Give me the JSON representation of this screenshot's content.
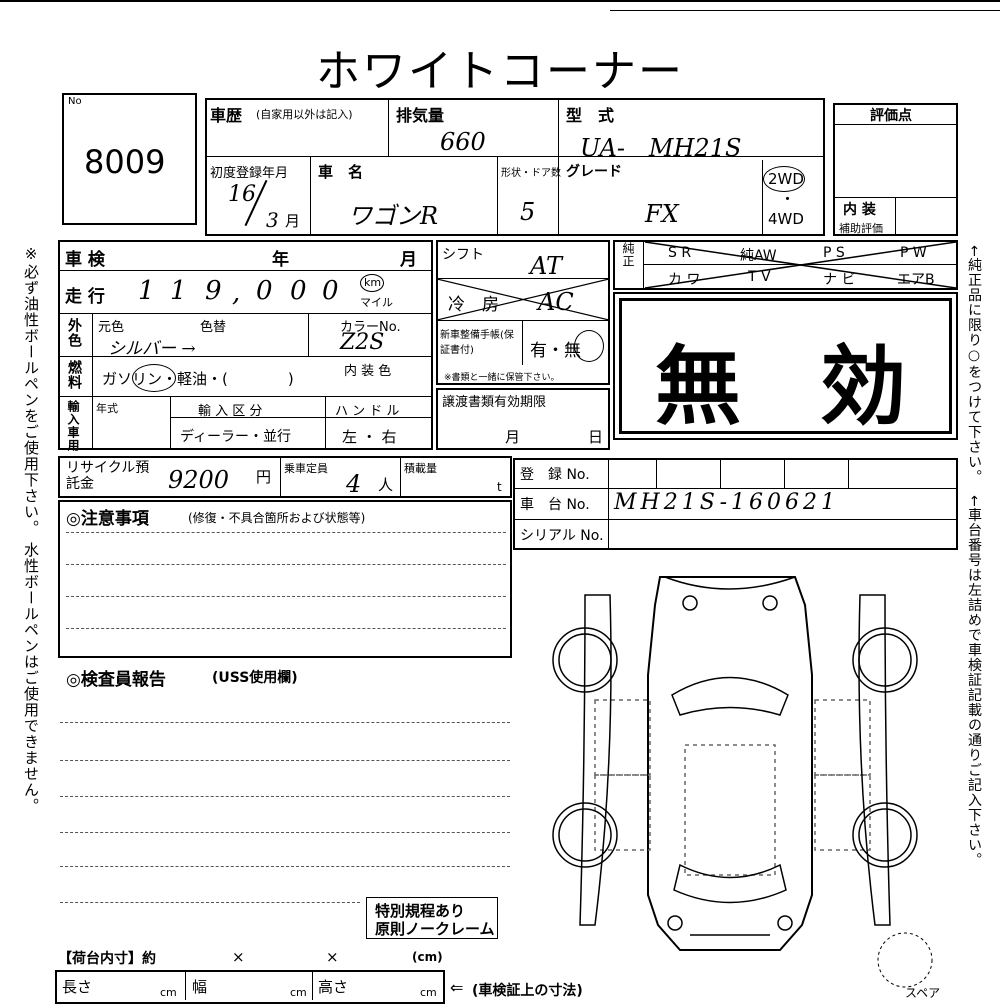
{
  "title": "ホワイトコーナー",
  "lot": {
    "no_label": "No",
    "number": "8009"
  },
  "history": {
    "label": "車歴",
    "note": "(自家用以外は記入)"
  },
  "displacement": {
    "label": "排気量",
    "value": "660"
  },
  "model": {
    "label": "型　式",
    "value": "UA-　MH21S"
  },
  "hyoka": {
    "label": "評価点",
    "interior_label": "内 装",
    "assist_label": "補助評価"
  },
  "first_reg": {
    "label": "初度登録年月",
    "year": "16",
    "month_value": "3",
    "month_unit": "月"
  },
  "car_name": {
    "label": "車　名",
    "value": "ワゴンR"
  },
  "doors": {
    "label": "形状・ドア数",
    "value": "5"
  },
  "grade": {
    "label": "グレード",
    "value": "FX"
  },
  "drive": {
    "two": "2WD",
    "dot": "・",
    "four": "4WD"
  },
  "shaken": {
    "label": "車 検",
    "year_unit": "年",
    "month_unit": "月"
  },
  "mileage": {
    "label": "走 行",
    "digits": [
      "1",
      "1",
      "9",
      "0",
      "0",
      "0"
    ],
    "comma": ",",
    "unit_km": "km",
    "unit_mile": "マイル"
  },
  "color": {
    "side_label": "外色",
    "label_orig": "元色",
    "label_change": "色替",
    "value": "シルバー →",
    "code_label": "カラーNo.",
    "code_value": "Z2S",
    "interior_label": "内 装 色"
  },
  "fuel": {
    "label": "燃料",
    "value": "ガソリン・軽油・(　　　　)"
  },
  "import": {
    "label": "輸入車用",
    "year_label": "年式",
    "class_label": "輸 入 区 分",
    "class_value": "ディーラー・並行",
    "handle_label": "ハ ン ド ル",
    "handle_value": "左 ・ 右"
  },
  "shift": {
    "label": "シフト",
    "value": "AT"
  },
  "aircon": {
    "label": "冷　房",
    "value": "AC"
  },
  "manual": {
    "label": "新車整備手帳(保証書付)",
    "value": "有・無",
    "note": "※書類と一緒に保管下さい。"
  },
  "transfer": {
    "label": "譲渡書類有効期限",
    "month_unit": "月",
    "day_unit": "日"
  },
  "options": {
    "side_label": "純正",
    "row1": [
      "S R",
      "純AW",
      "P S",
      "P W"
    ],
    "row2": [
      "カ ワ",
      "T V",
      "ナ ビ",
      "エアB"
    ]
  },
  "stamp": {
    "left": "無",
    "right": "効"
  },
  "recycle": {
    "label": "リサイクル預託金",
    "value": "9200",
    "unit": "円"
  },
  "capacity": {
    "label": "乗車定員",
    "value": "4",
    "unit": "人"
  },
  "load": {
    "label": "積載量",
    "unit": "t"
  },
  "registration": {
    "label": "登　録 No."
  },
  "chassis": {
    "label": "車　台 No.",
    "value": "MH21S-160621"
  },
  "serial": {
    "label": "シリアル No."
  },
  "notes": {
    "title": "◎注意事項",
    "sub": "(修復・不具合箇所および状態等)"
  },
  "inspector": {
    "title": "◎検査員報告",
    "sub": "(USS使用欄)"
  },
  "special": {
    "line1": "特別規程あり",
    "line2": "原則ノークレーム"
  },
  "cargo": {
    "label": "【荷台内寸】約",
    "x1": "×",
    "x2": "×",
    "unit": "(cm)"
  },
  "dims": {
    "length": "長さ",
    "width": "幅",
    "height": "高さ",
    "unit": "cm",
    "note": "(車検証上の寸法)"
  },
  "spare": "スペア",
  "left_note": "※必ず油性ボールペンをご使用下さい。 水性ボールペンはご使用できません。",
  "right_note1": "←純正品に限り○をつけて下さい。",
  "right_note2": "←車台番号は左詰めで車検証記載の通りご記入下さい。"
}
